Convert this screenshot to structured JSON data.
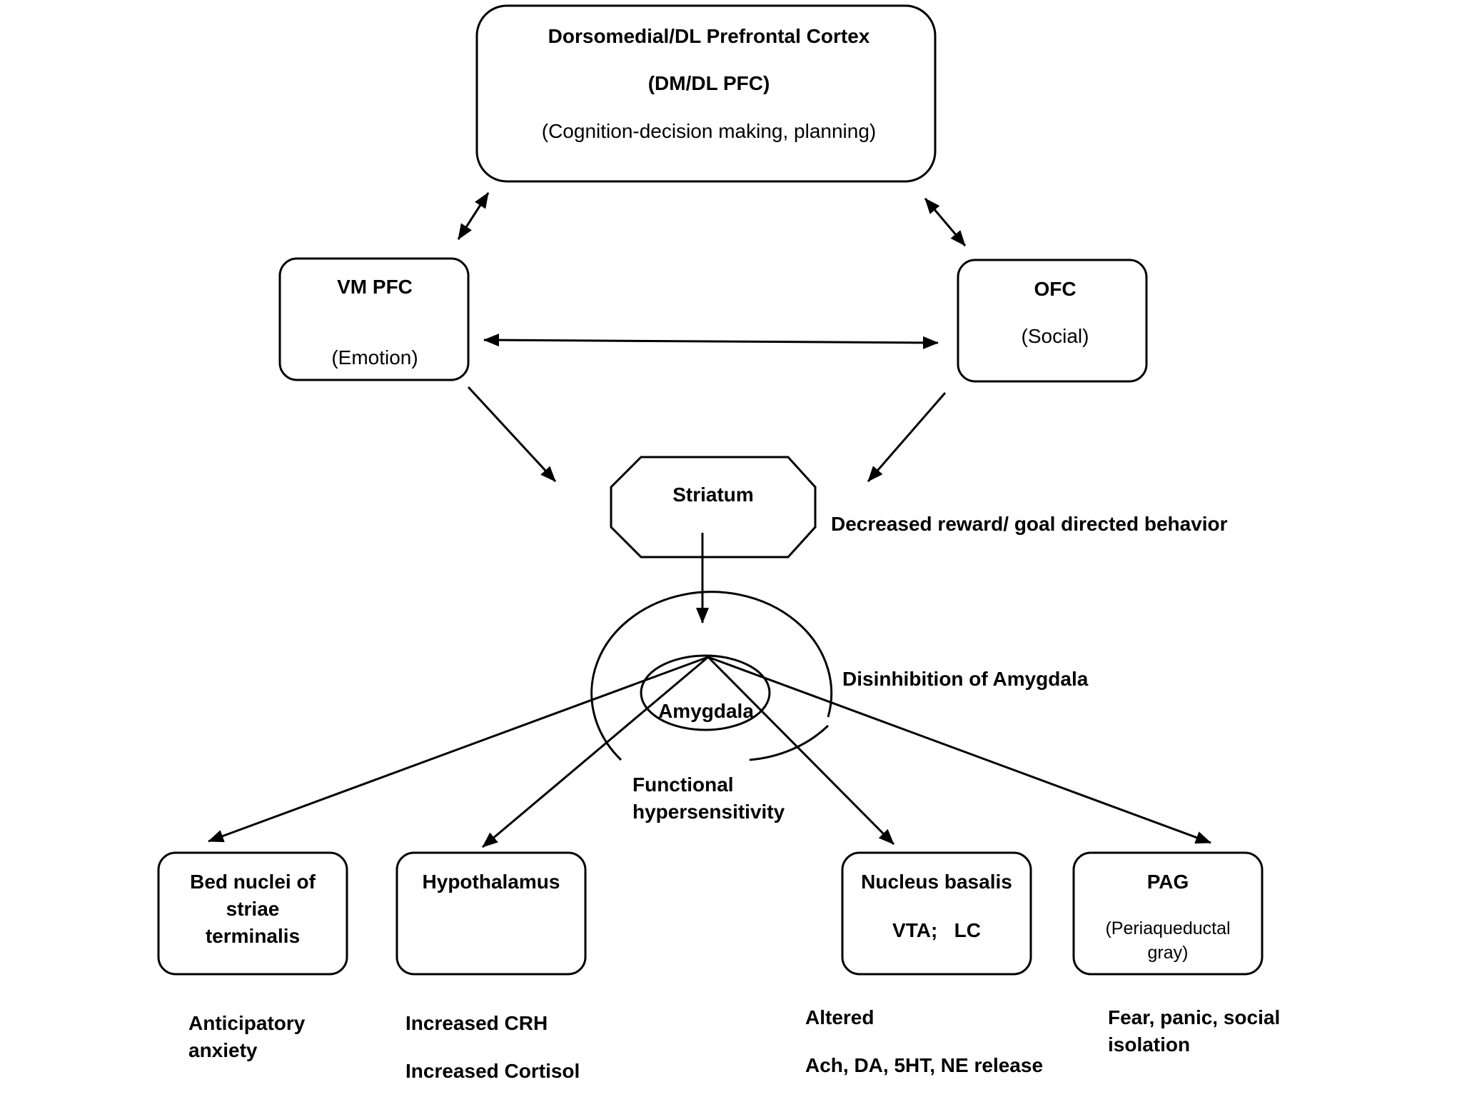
{
  "dmpfc": {
    "title": "Dorsomedial/DL Prefrontal Cortex",
    "abbr": "(DM/DL PFC)",
    "role": "(Cognition-decision making, planning)"
  },
  "vmpfc": {
    "title": "VM PFC",
    "role": "(Emotion)"
  },
  "ofc": {
    "title": "OFC",
    "role": "(Social)"
  },
  "striatum": {
    "title": "Striatum",
    "effect": "Decreased reward/  goal directed behavior"
  },
  "amygdala": {
    "title": "Amygdala",
    "effect": "Disinhibition of Amygdala",
    "state_line1": "Functional",
    "state_line2": "hypersensitivity"
  },
  "targets": [
    {
      "title_lines": [
        "Bed nuclei of",
        "striae",
        "terminalis"
      ],
      "outcome_lines": [
        "Anticipatory",
        "anxiety"
      ]
    },
    {
      "title_lines": [
        "Hypothalamus"
      ],
      "outcome_lines": [
        "Increased CRH",
        "Increased Cortisol"
      ]
    },
    {
      "title_lines": [
        "Nucleus basalis",
        "VTA;   LC"
      ],
      "outcome_lines": [
        "Altered",
        "Ach, DA, 5HT, NE release"
      ]
    },
    {
      "title_lines": [
        "PAG"
      ],
      "subtitle_lines": [
        "(Periaqueductal",
        "gray)"
      ],
      "outcome_lines": [
        "Fear, panic, social",
        "isolation"
      ]
    }
  ]
}
